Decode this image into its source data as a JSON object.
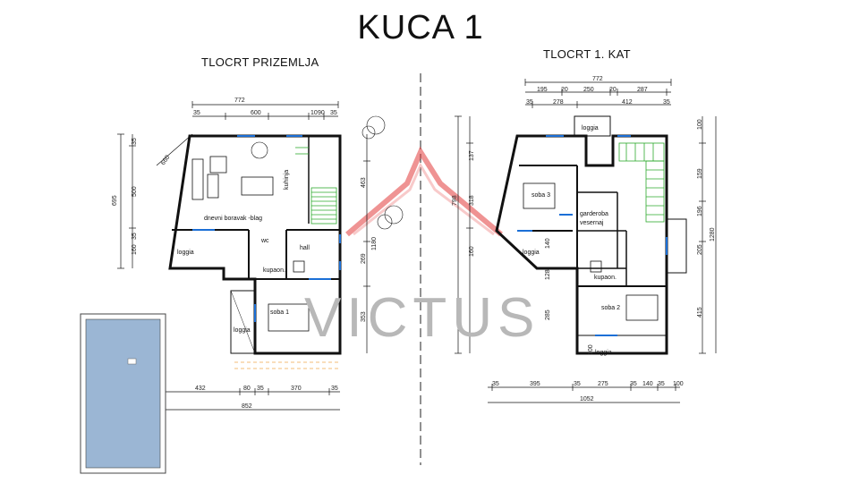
{
  "title": "KUCA 1",
  "ground": {
    "label": "TLOCRT  PRIZEMLJA",
    "dims_top": [
      "772",
      "600",
      "10",
      "90",
      "35",
      "35"
    ],
    "dims_left": [
      "695",
      "500",
      "160",
      "35",
      "35"
    ],
    "dims_right": [
      "463",
      "1180",
      "269",
      "353"
    ],
    "dims_bottom": [
      "432",
      "80",
      "35",
      "370",
      "35"
    ],
    "dims_bottom_total": "852",
    "diag_dim": "660",
    "rooms": [
      "kuhinja",
      "dnevni boravak -blag",
      "wc",
      "hall",
      "loggia",
      "kupaon.",
      "soba 1",
      "loggia"
    ]
  },
  "first": {
    "label": "TLOCRT 1. KAT",
    "dims_top": [
      "772",
      "195",
      "250",
      "287",
      "20",
      "20",
      "35",
      "278",
      "412",
      "35"
    ],
    "dims_left": [
      "798",
      "137",
      "318",
      "160",
      "140",
      "128",
      "285",
      "100"
    ],
    "dims_right": [
      "100",
      "159",
      "196",
      "205",
      "415",
      "1280"
    ],
    "dims_bottom": [
      "35",
      "395",
      "35",
      "275",
      "35",
      "140",
      "35",
      "100"
    ],
    "dims_bottom_total": "1052",
    "rooms": [
      "loggia",
      "soba 3",
      "garderoba",
      "vesernaj",
      "loggia",
      "kupaon.",
      "soba 2",
      "loggia"
    ]
  },
  "watermark": "VICTUS",
  "colors": {
    "pool": "#9bb6d4",
    "stairs": "#2eaa2e",
    "windows": "#1b6fd6",
    "logo": "#e23b3b"
  }
}
